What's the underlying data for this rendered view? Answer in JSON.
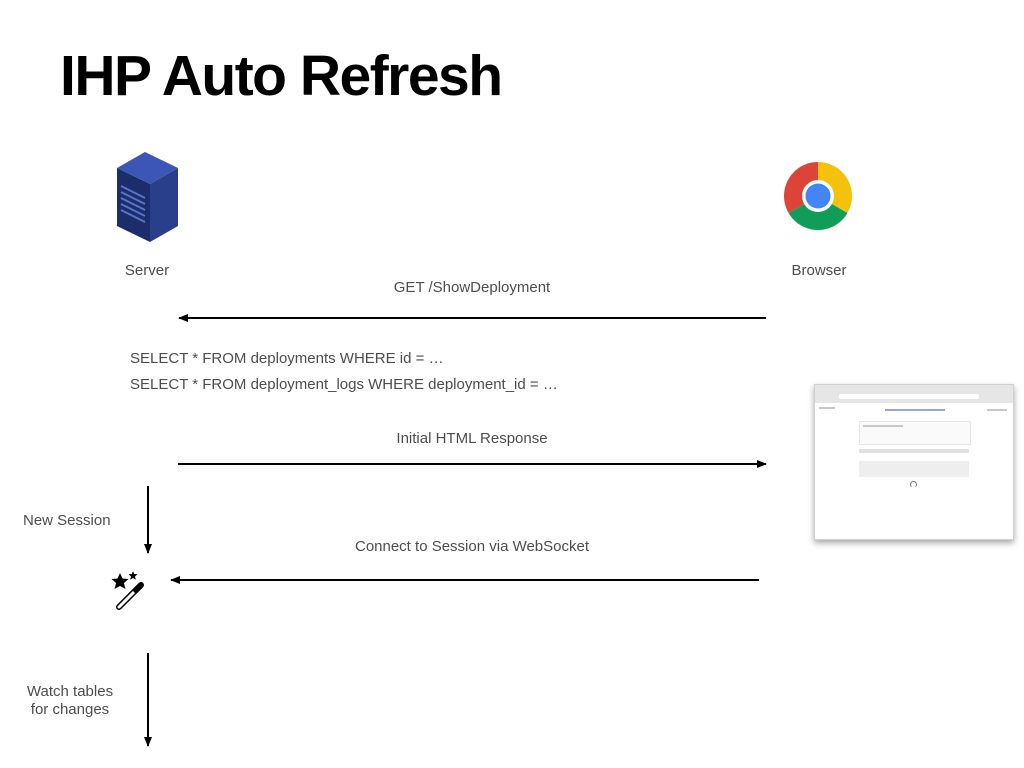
{
  "title": "IHP Auto Refresh",
  "actors": {
    "server": {
      "label": "Server",
      "icon": "server-icon"
    },
    "browser": {
      "label": "Browser",
      "icon": "chrome-icon"
    },
    "session": {
      "icon": "magic-wand-icon"
    }
  },
  "messages": {
    "get_request": "GET /ShowDeployment",
    "initial_response": "Initial HTML Response",
    "connect_socket": "Connect to Session via WebSocket"
  },
  "queries": [
    "SELECT * FROM deployments WHERE id = …",
    "SELECT * FROM deployment_logs WHERE deployment_id = …"
  ],
  "steps": {
    "new_session": "New Session",
    "watch_tables_line1": "Watch tables",
    "watch_tables_line2": "for changes"
  },
  "colors": {
    "server_dark": "#1a2a66",
    "server_light": "#3a55b0",
    "chrome_red": "#db4437",
    "chrome_yellow": "#f4c20d",
    "chrome_green": "#0f9d58",
    "chrome_blue": "#4285f4"
  }
}
